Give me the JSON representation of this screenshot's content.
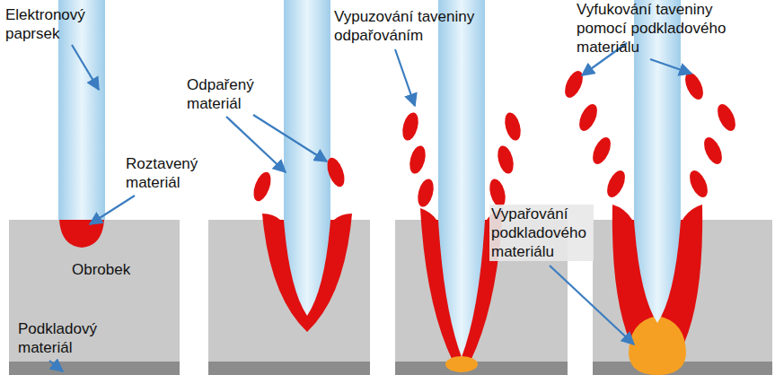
{
  "diagram": {
    "labels": [
      "Elektronový paprsek",
      "Odpařený materiál",
      "Roztavený materiál",
      "Obrobek",
      "Podkladový materiál",
      "Vypuzování taveniny odpařováním",
      "Vyfukování taveniny pomocí podkladového materiálu",
      "Vypařování podkladového materiálu"
    ]
  }
}
